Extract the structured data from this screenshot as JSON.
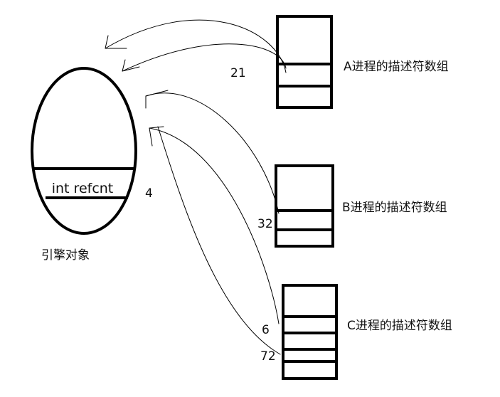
{
  "engine_object": {
    "field_label": "int refcnt",
    "caption": "引擎对象",
    "refcount_value": "4"
  },
  "process_tables": [
    {
      "caption": "A进程的描述符数组",
      "fd_labels": [
        "21"
      ]
    },
    {
      "caption": "B进程的描述符数组",
      "fd_labels": [
        "32"
      ]
    },
    {
      "caption": "C进程的描述符数组",
      "fd_labels": [
        "6",
        "72"
      ]
    }
  ],
  "colors": {
    "stroke": "#000000",
    "text": "#111111",
    "background": "#ffffff"
  }
}
